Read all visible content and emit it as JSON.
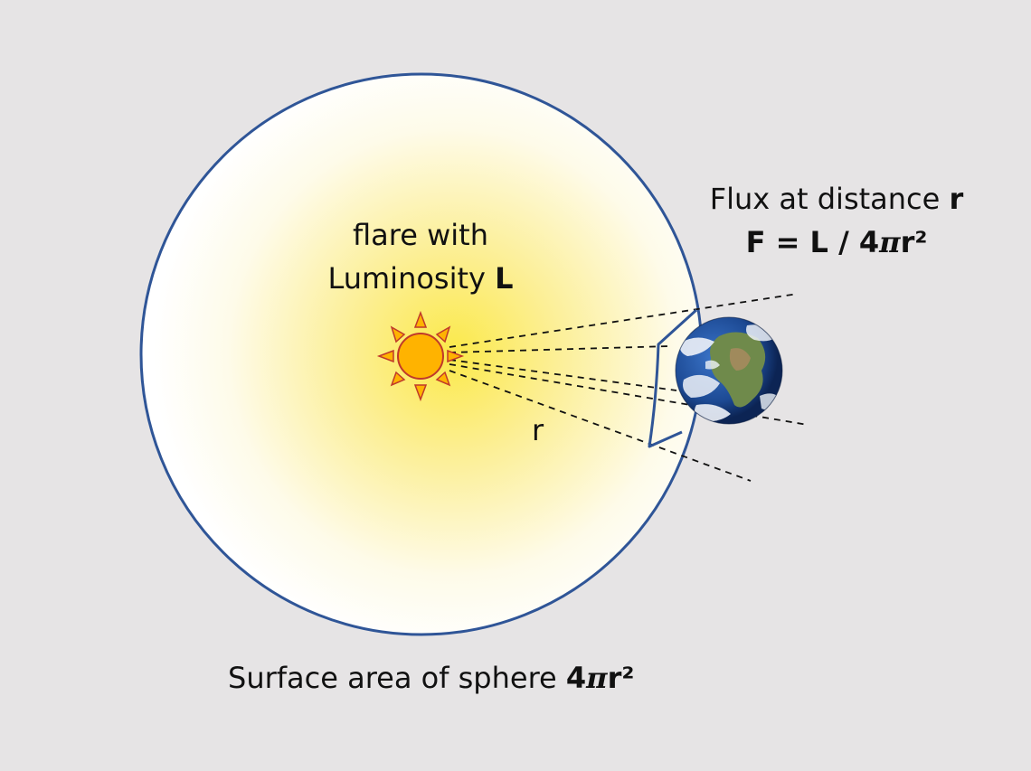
{
  "flare_label": {
    "line1": "flare with",
    "line2_text": "Luminosity ",
    "line2_bold": "L"
  },
  "flux_label": {
    "line1_text": "Flux at distance ",
    "line1_bold": "r",
    "formula_prefix": "F = L / 4",
    "formula_pi": "π",
    "formula_suffix": "r²"
  },
  "radius_label": "r",
  "surface_label": {
    "text": "Surface area of sphere ",
    "bold_prefix": "4",
    "bold_pi": "π",
    "bold_suffix": "r²"
  },
  "colors": {
    "background": "#e6e4e5",
    "sphere_outline": "#2f5597",
    "glow_center": "#fbe94a",
    "sun_fill": "#ffb300",
    "sun_outline": "#c0392b",
    "earth_ocean": "#1f4f9c"
  }
}
